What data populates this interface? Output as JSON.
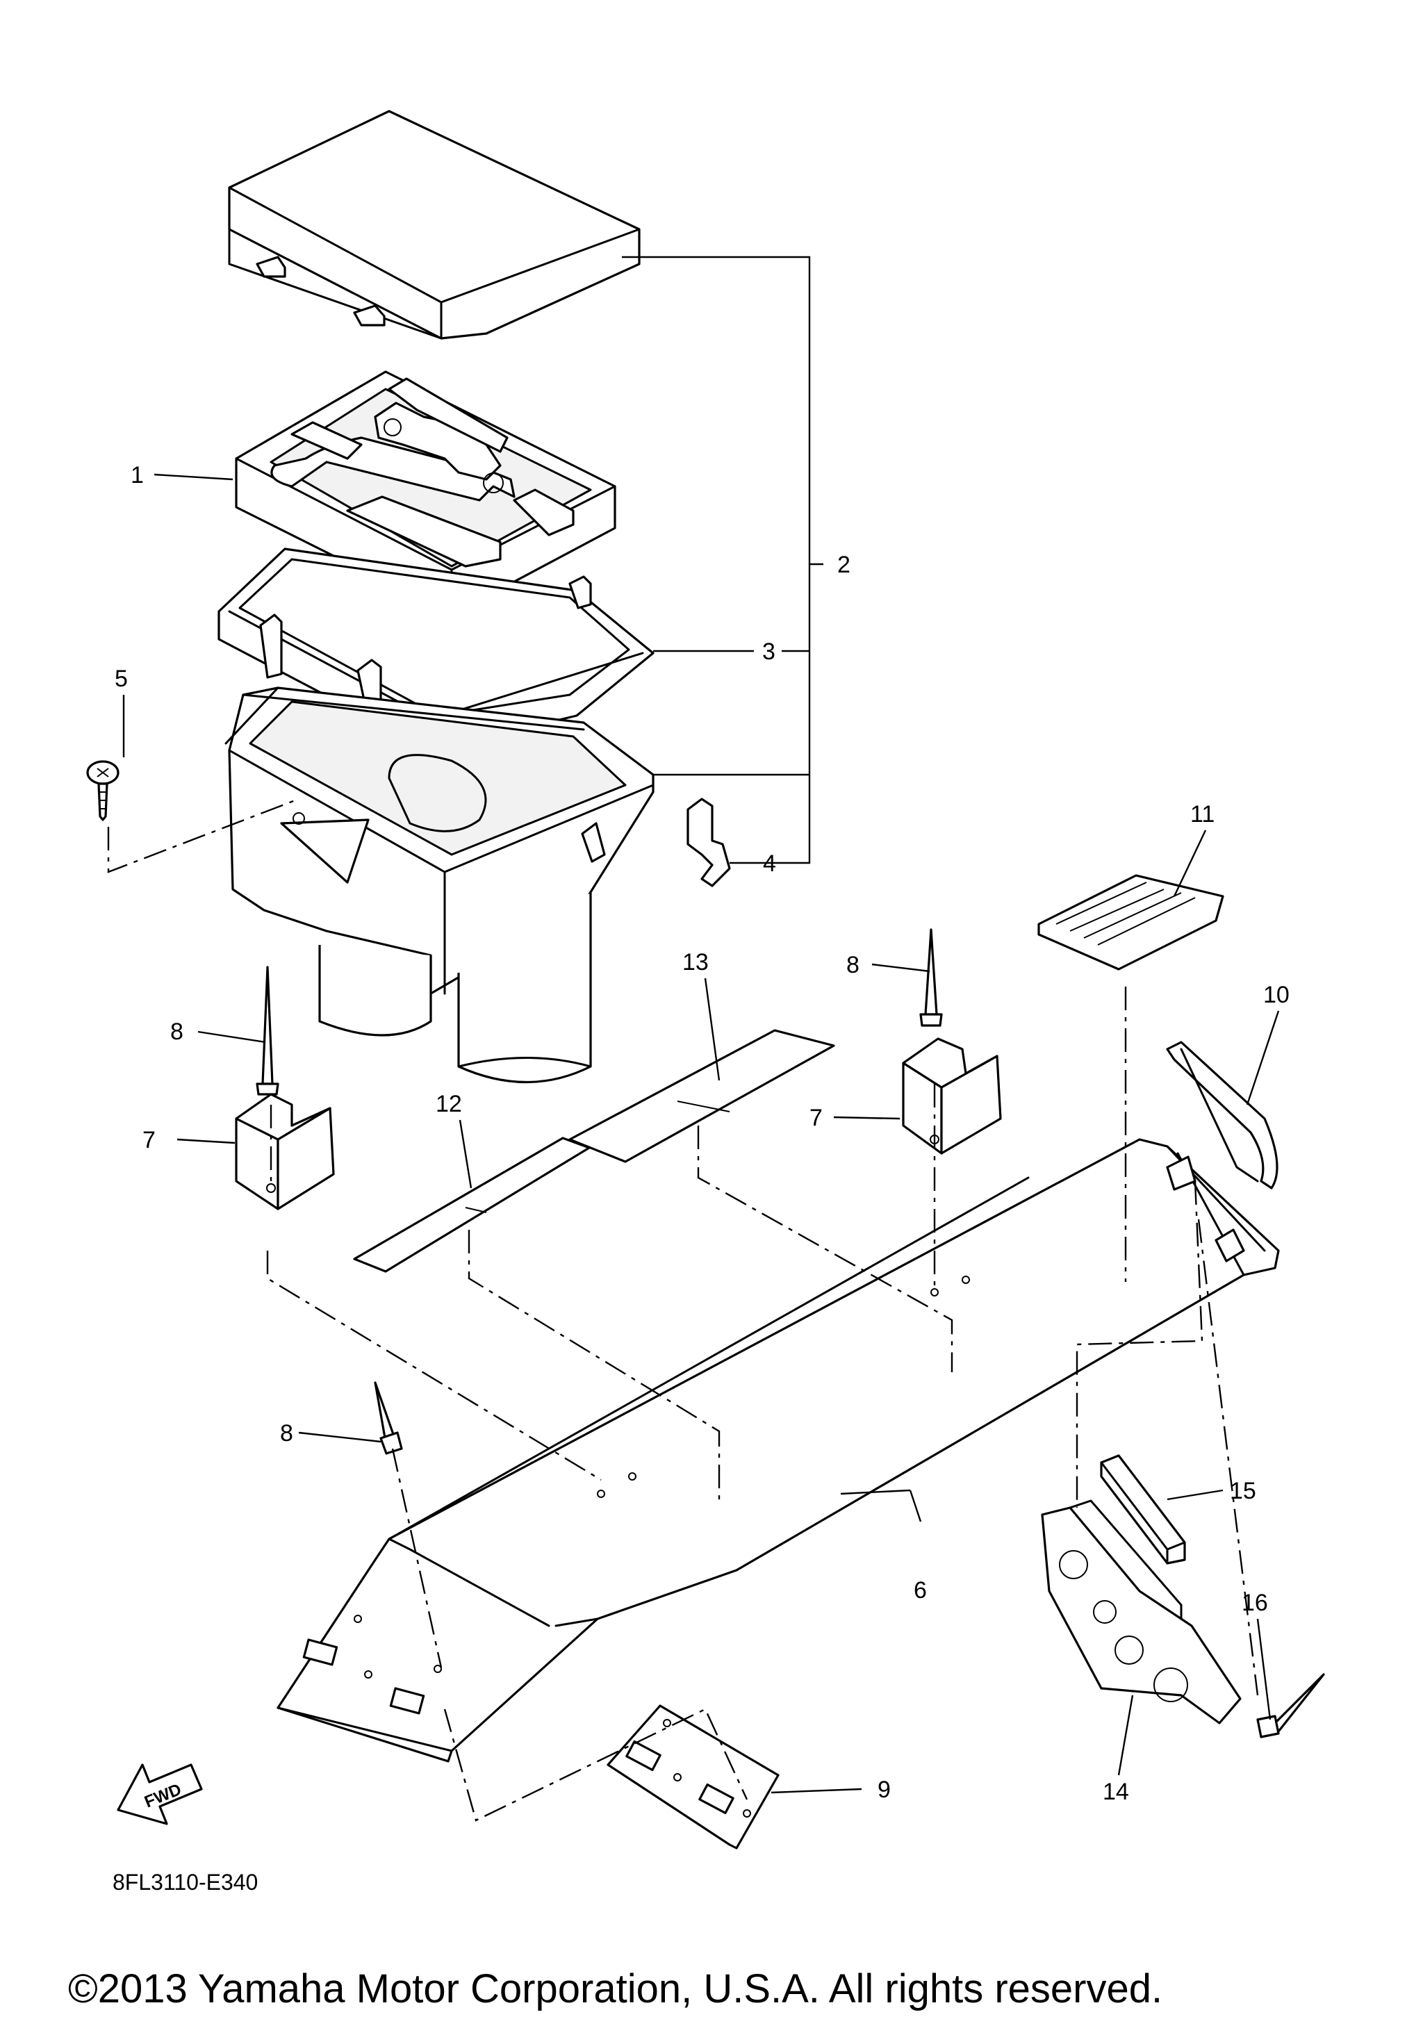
{
  "diagram": {
    "callouts": [
      {
        "id": "c1",
        "label": "1"
      },
      {
        "id": "c2",
        "label": "2"
      },
      {
        "id": "c3",
        "label": "3"
      },
      {
        "id": "c4",
        "label": "4"
      },
      {
        "id": "c5",
        "label": "5"
      },
      {
        "id": "c6",
        "label": "6"
      },
      {
        "id": "c7a",
        "label": "7"
      },
      {
        "id": "c7b",
        "label": "7"
      },
      {
        "id": "c8a",
        "label": "8"
      },
      {
        "id": "c8b",
        "label": "8"
      },
      {
        "id": "c8c",
        "label": "8"
      },
      {
        "id": "c9",
        "label": "9"
      },
      {
        "id": "c10",
        "label": "10"
      },
      {
        "id": "c11",
        "label": "11"
      },
      {
        "id": "c12",
        "label": "12"
      },
      {
        "id": "c13",
        "label": "13"
      },
      {
        "id": "c14",
        "label": "14"
      },
      {
        "id": "c15",
        "label": "15"
      },
      {
        "id": "c16",
        "label": "16"
      }
    ],
    "fwd_label": "FWD",
    "diagram_code": "8FL3110-E340",
    "copyright": "©2013 Yamaha Motor Corporation, U.S.A. All rights reserved."
  }
}
